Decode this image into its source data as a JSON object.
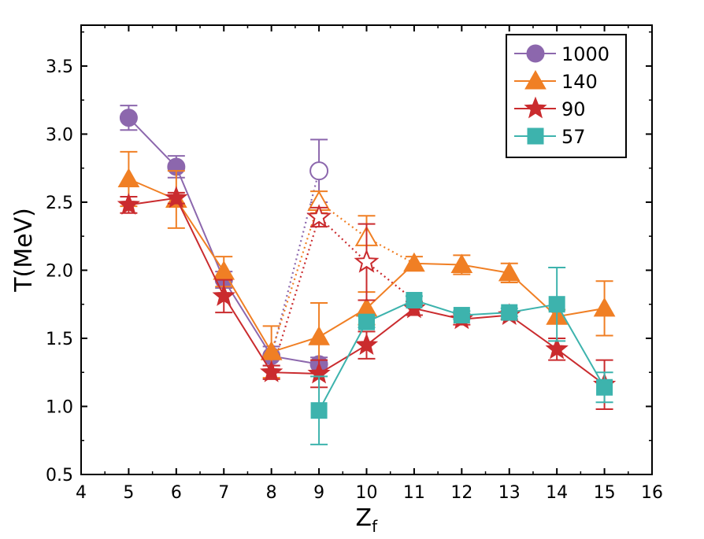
{
  "chart_data": {
    "type": "line",
    "xlabel": "Z",
    "xlabel_sub": "f",
    "ylabel": "T(MeV)",
    "xlim": [
      4,
      16
    ],
    "ylim": [
      0.5,
      3.8
    ],
    "xticks": [
      "4",
      "5",
      "6",
      "7",
      "8",
      "9",
      "10",
      "11",
      "12",
      "13",
      "14",
      "15",
      "16"
    ],
    "yticks": [
      "0.5",
      "1.0",
      "1.5",
      "2.0",
      "2.5",
      "3.0",
      "3.5"
    ],
    "legend_position": "top-right",
    "series": [
      {
        "name": "1000",
        "color": "#8C67AD",
        "marker": "circle",
        "points": [
          {
            "x": 5,
            "y": 3.12,
            "err": 0.09
          },
          {
            "x": 6,
            "y": 2.76,
            "err": 0.08
          },
          {
            "x": 7,
            "y": 1.93,
            "err": 0.06
          },
          {
            "x": 8,
            "y": 1.37,
            "err": 0.07
          },
          {
            "x": 9,
            "y": 1.31,
            "err": 0.05
          }
        ],
        "open_points": [
          {
            "x": 9,
            "y": 2.73,
            "err": 0.23
          }
        ]
      },
      {
        "name": "140",
        "color": "#F07F24",
        "marker": "triangle",
        "points": [
          {
            "x": 5,
            "y": 2.67,
            "err": 0.2
          },
          {
            "x": 6,
            "y": 2.52,
            "err": 0.21
          },
          {
            "x": 7,
            "y": 1.99,
            "err": 0.11
          },
          {
            "x": 8,
            "y": 1.4,
            "err": 0.19
          },
          {
            "x": 9,
            "y": 1.51,
            "err": 0.25
          },
          {
            "x": 10,
            "y": 1.72,
            "err": 0.12
          },
          {
            "x": 11,
            "y": 2.05,
            "err": 0.05
          },
          {
            "x": 12,
            "y": 2.04,
            "err": 0.07
          },
          {
            "x": 13,
            "y": 1.98,
            "err": 0.07
          },
          {
            "x": 14,
            "y": 1.66,
            "err": 0.05
          },
          {
            "x": 15,
            "y": 1.72,
            "err": 0.2
          }
        ],
        "open_points": [
          {
            "x": 9,
            "y": 2.5,
            "err": 0.08
          },
          {
            "x": 10,
            "y": 2.24,
            "err": 0.16
          }
        ]
      },
      {
        "name": "90",
        "color": "#CA2B2E",
        "marker": "star",
        "points": [
          {
            "x": 5,
            "y": 2.48,
            "err": 0.06
          },
          {
            "x": 6,
            "y": 2.53,
            "err": 0.04
          },
          {
            "x": 7,
            "y": 1.81,
            "err": 0.12
          },
          {
            "x": 8,
            "y": 1.25,
            "err": 0.05
          },
          {
            "x": 9,
            "y": 1.24,
            "err": 0.1
          },
          {
            "x": 10,
            "y": 1.45,
            "err": 0.1
          },
          {
            "x": 11,
            "y": 1.72,
            "err": 0.05
          },
          {
            "x": 12,
            "y": 1.64,
            "err": 0.04
          },
          {
            "x": 13,
            "y": 1.67,
            "err": 0.03
          },
          {
            "x": 14,
            "y": 1.42,
            "err": 0.08
          },
          {
            "x": 15,
            "y": 1.16,
            "err": 0.18
          }
        ],
        "open_points": [
          {
            "x": 9,
            "y": 2.39,
            "err": 0.07
          },
          {
            "x": 10,
            "y": 2.06,
            "err": 0.28
          }
        ]
      },
      {
        "name": "57",
        "color": "#3DB3AD",
        "marker": "square",
        "points": [
          {
            "x": 9,
            "y": 0.97,
            "err": 0.25
          },
          {
            "x": 10,
            "y": 1.62,
            "err": 0.04
          },
          {
            "x": 11,
            "y": 1.78,
            "err": 0.03
          },
          {
            "x": 12,
            "y": 1.67,
            "err": 0.03
          },
          {
            "x": 13,
            "y": 1.69,
            "err": 0.03
          },
          {
            "x": 14,
            "y": 1.75,
            "err": 0.27
          },
          {
            "x": 15,
            "y": 1.14,
            "err": 0.11
          }
        ],
        "open_points": []
      }
    ],
    "dotted_links": [
      {
        "series": "1000",
        "points": [
          {
            "x": 8,
            "y": 1.37
          },
          {
            "x": 9,
            "y": 2.73
          }
        ]
      },
      {
        "series": "140",
        "points": [
          {
            "x": 8,
            "y": 1.4
          },
          {
            "x": 9,
            "y": 2.5
          },
          {
            "x": 10,
            "y": 2.24
          },
          {
            "x": 11,
            "y": 2.05
          }
        ]
      },
      {
        "series": "90",
        "points": [
          {
            "x": 8,
            "y": 1.25
          },
          {
            "x": 9,
            "y": 2.39
          },
          {
            "x": 10,
            "y": 2.06
          },
          {
            "x": 11,
            "y": 1.78
          }
        ]
      }
    ]
  }
}
